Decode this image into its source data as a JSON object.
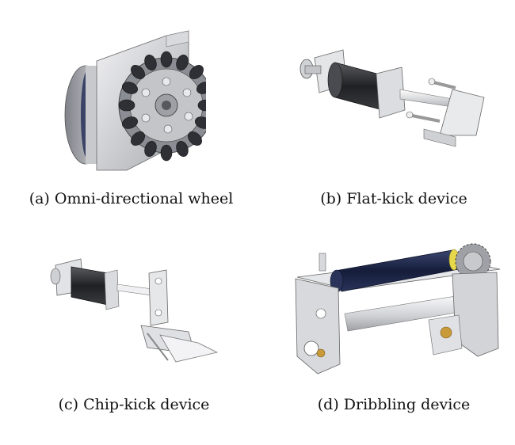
{
  "panels": [
    {
      "id": "a",
      "caption": "(a) Omni-directional wheel"
    },
    {
      "id": "b",
      "caption": "(b) Flat-kick device"
    },
    {
      "id": "c",
      "caption": "(c) Chip-kick device"
    },
    {
      "id": "d",
      "caption": "(d) Dribbling device"
    }
  ],
  "colors": {
    "metal_light": "#e8e8ea",
    "metal_mid": "#b9bbc0",
    "metal_dark": "#6d7076",
    "motor_black": "#2b2b2e",
    "roller_navy": "#1b2547",
    "brass": "#c99a3a",
    "yellow_ring": "#e6d84a"
  },
  "icons": [
    "omni-wheel-icon",
    "flat-kick-device-icon",
    "chip-kick-device-icon",
    "dribbling-device-icon"
  ]
}
